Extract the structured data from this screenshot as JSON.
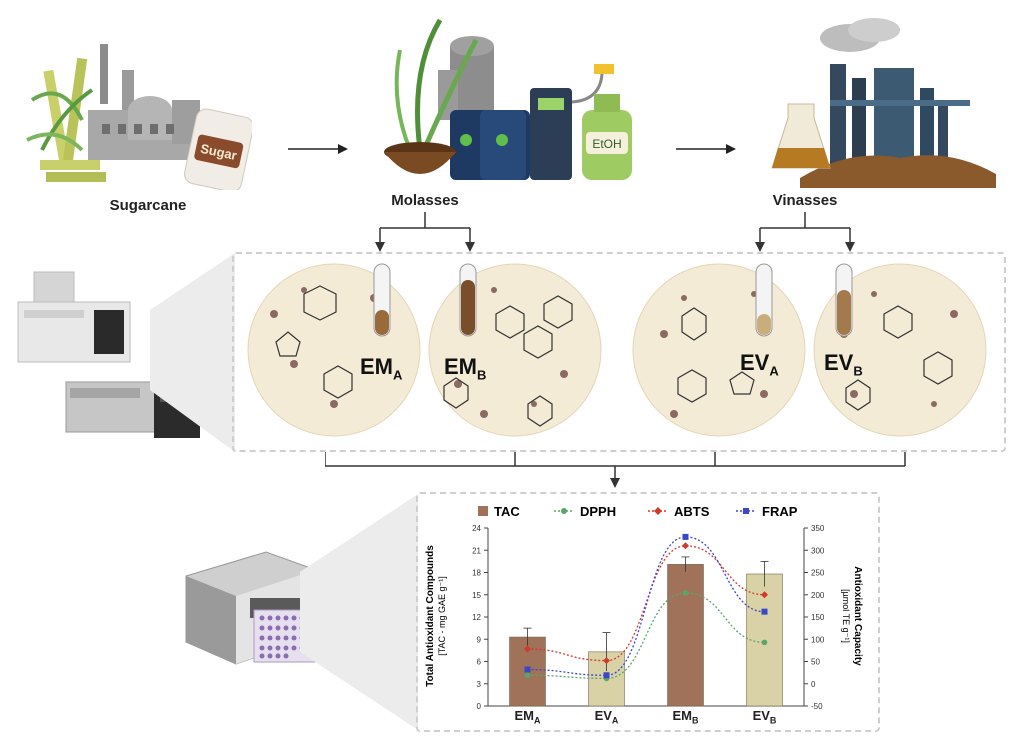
{
  "stages": {
    "sugarcane": "Sugarcane",
    "molasses": "Molasses",
    "vinasses": "Vinasses"
  },
  "icons": {
    "sugar_bag_text": "Sugar",
    "etoh_text": "EtOH"
  },
  "samples": [
    {
      "main": "EM",
      "sub": "A"
    },
    {
      "main": "EM",
      "sub": "B"
    },
    {
      "main": "EV",
      "sub": "A"
    },
    {
      "main": "EV",
      "sub": "B"
    }
  ],
  "colors": {
    "circle_fill": "#f3ebd6",
    "dash": "#cfcfcf",
    "tac_dark": "#a0725a",
    "tac_light": "#d8d2a6",
    "dpph": "#5aa66a",
    "abts": "#d03a2c",
    "frap": "#3a48c8"
  },
  "chart_data": {
    "type": "bar",
    "categories": [
      {
        "main": "EM",
        "sub": "A"
      },
      {
        "main": "EV",
        "sub": "A"
      },
      {
        "main": "EM",
        "sub": "B"
      },
      {
        "main": "EV",
        "sub": "B"
      }
    ],
    "legend": [
      "TAC",
      "DPPH",
      "ABTS",
      "FRAP"
    ],
    "ylabel_left": "Total Antioxidant Compounds",
    "ylabel_left_unit": "[TAC - mg GAE g⁻¹]",
    "ylabel_right": "Antioxidant Capacity",
    "ylabel_right_unit": "[µmol TE g⁻¹]",
    "ylim_left": [
      0,
      24
    ],
    "yticks_left": [
      "0",
      "3",
      "6",
      "9",
      "12",
      "15",
      "18",
      "21",
      "24"
    ],
    "ylim_right": [
      -50,
      350
    ],
    "yticks_right": [
      "-50",
      "0",
      "50",
      "100",
      "150",
      "200",
      "250",
      "300",
      "350"
    ],
    "series": [
      {
        "name": "TAC",
        "axis": "left",
        "kind": "bar",
        "values": [
          9.3,
          7.3,
          19.1,
          17.8
        ],
        "errors": [
          1.2,
          2.6,
          1.0,
          1.7
        ]
      },
      {
        "name": "DPPH",
        "axis": "right",
        "kind": "line",
        "values": [
          19,
          12,
          204,
          93
        ]
      },
      {
        "name": "ABTS",
        "axis": "right",
        "kind": "line",
        "values": [
          78,
          52,
          310,
          200
        ]
      },
      {
        "name": "FRAP",
        "axis": "right",
        "kind": "line",
        "values": [
          32,
          19,
          330,
          162
        ]
      }
    ]
  }
}
